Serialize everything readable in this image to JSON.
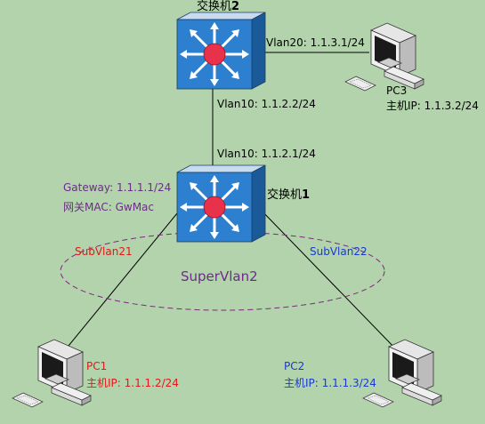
{
  "colors": {
    "background": "#b2d3ab",
    "switch_top": "#c9dcef",
    "switch_front": "#2d7fcf",
    "switch_side": "#1b5a98",
    "hub": "#e8314a",
    "supervlan_ellipse": "#7a2a7a",
    "subvlan21": "#e01a1a",
    "subvlan22": "#1a3acc",
    "gateway": "#6b2e86",
    "line": "#000000"
  },
  "switches": {
    "switch2": {
      "name_prefix": "交换机",
      "name_num": "2"
    },
    "switch1": {
      "name_prefix": "交换机",
      "name_num": "1"
    }
  },
  "links": {
    "sw2_pc3": "Vlan20: 1.1.3.1/24",
    "sw2_down": "Vlan10: 1.1.2.2/24",
    "sw1_up": "Vlan10: 1.1.2.1/24"
  },
  "gateway": {
    "ip": "Gateway: 1.1.1.1/24",
    "mac": "网关MAC: GwMac"
  },
  "supervlan": {
    "name": "SuperVlan2",
    "subvlan_left": "SubVlan21",
    "subvlan_right": "SubVlan22"
  },
  "pcs": {
    "pc1": {
      "name": "PC1",
      "ip": "主机IP: 1.1.1.2/24"
    },
    "pc2": {
      "name": "PC2",
      "ip": "主机IP: 1.1.1.3/24"
    },
    "pc3": {
      "name": "PC3",
      "ip": "主机IP: 1.1.3.2/24"
    }
  },
  "icons": {
    "switch": "layer3-switch-icon",
    "pc": "desktop-computer-icon"
  }
}
